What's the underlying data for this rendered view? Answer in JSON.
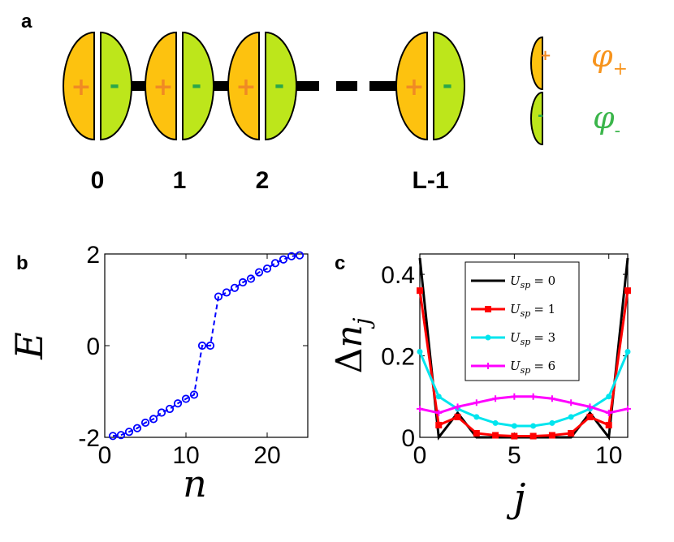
{
  "panel_a": {
    "letter": "a",
    "sites": [
      "0",
      "1",
      "2",
      "L-1"
    ],
    "plus_sign": "+",
    "minus_sign": "-",
    "legend": {
      "phi_plus": "φ",
      "phi_plus_sub": "+",
      "phi_minus": "φ",
      "phi_minus_sub": "-"
    },
    "colors": {
      "orange": "#fdc20f",
      "green": "#bde61b",
      "plus_text": "#f08a24",
      "minus_text": "#2aa64a",
      "phi_plus": "#f7941d",
      "phi_minus": "#3ab54a"
    }
  },
  "chart_data": [
    {
      "panel": "b",
      "type": "scatter",
      "title": "",
      "xlabel": "n",
      "ylabel": "E",
      "xlim": [
        0,
        25
      ],
      "ylim": [
        -2,
        2
      ],
      "xticks": [
        "0",
        "10",
        "20"
      ],
      "yticks": [
        "-2",
        "0",
        "2"
      ],
      "grid": false,
      "color": "#0000ff",
      "x": [
        1,
        2,
        3,
        4,
        5,
        6,
        7,
        8,
        9,
        10,
        11,
        12,
        13,
        14,
        15,
        16,
        17,
        18,
        19,
        20,
        21,
        22,
        23,
        24
      ],
      "y": [
        -1.97,
        -1.95,
        -1.88,
        -1.8,
        -1.68,
        -1.6,
        -1.46,
        -1.38,
        -1.26,
        -1.16,
        -1.07,
        0.0,
        0.0,
        1.07,
        1.16,
        1.26,
        1.38,
        1.46,
        1.6,
        1.68,
        1.8,
        1.88,
        1.95,
        1.97
      ]
    },
    {
      "panel": "c",
      "type": "line",
      "title": "",
      "xlabel": "j",
      "ylabel": "Δn_j",
      "xlim": [
        0,
        11
      ],
      "ylim": [
        0,
        0.45
      ],
      "xticks": [
        "0",
        "5",
        "10"
      ],
      "yticks": [
        "0",
        "0.2",
        "0.4"
      ],
      "grid": false,
      "legend_placement": "top-center",
      "x": [
        0,
        1,
        2,
        3,
        4,
        5,
        6,
        7,
        8,
        9,
        10,
        11
      ],
      "series": [
        {
          "name": "U_sp = 0",
          "label_main": "U",
          "label_sub": "sp",
          "label_value": "= 0",
          "color": "#000000",
          "marker": "none",
          "values": [
            0.44,
            0.0,
            0.06,
            0.0,
            0.0,
            0.0,
            0.0,
            0.0,
            0.0,
            0.06,
            0.0,
            0.44
          ]
        },
        {
          "name": "U_sp = 1",
          "label_main": "U",
          "label_sub": "sp",
          "label_value": "= 1",
          "color": "#ff0000",
          "marker": "square",
          "values": [
            0.36,
            0.03,
            0.05,
            0.01,
            0.005,
            0.003,
            0.003,
            0.005,
            0.01,
            0.05,
            0.03,
            0.36
          ]
        },
        {
          "name": "U_sp = 3",
          "label_main": "U",
          "label_sub": "sp",
          "label_value": "= 3",
          "color": "#00e5ee",
          "marker": "circle",
          "values": [
            0.21,
            0.1,
            0.07,
            0.05,
            0.035,
            0.028,
            0.028,
            0.035,
            0.05,
            0.07,
            0.1,
            0.21
          ]
        },
        {
          "name": "U_sp = 6",
          "label_main": "U",
          "label_sub": "sp",
          "label_value": "= 6",
          "color": "#ff00ff",
          "marker": "plus",
          "values": [
            0.07,
            0.06,
            0.075,
            0.085,
            0.095,
            0.1,
            0.1,
            0.095,
            0.085,
            0.075,
            0.06,
            0.07
          ]
        }
      ]
    }
  ]
}
